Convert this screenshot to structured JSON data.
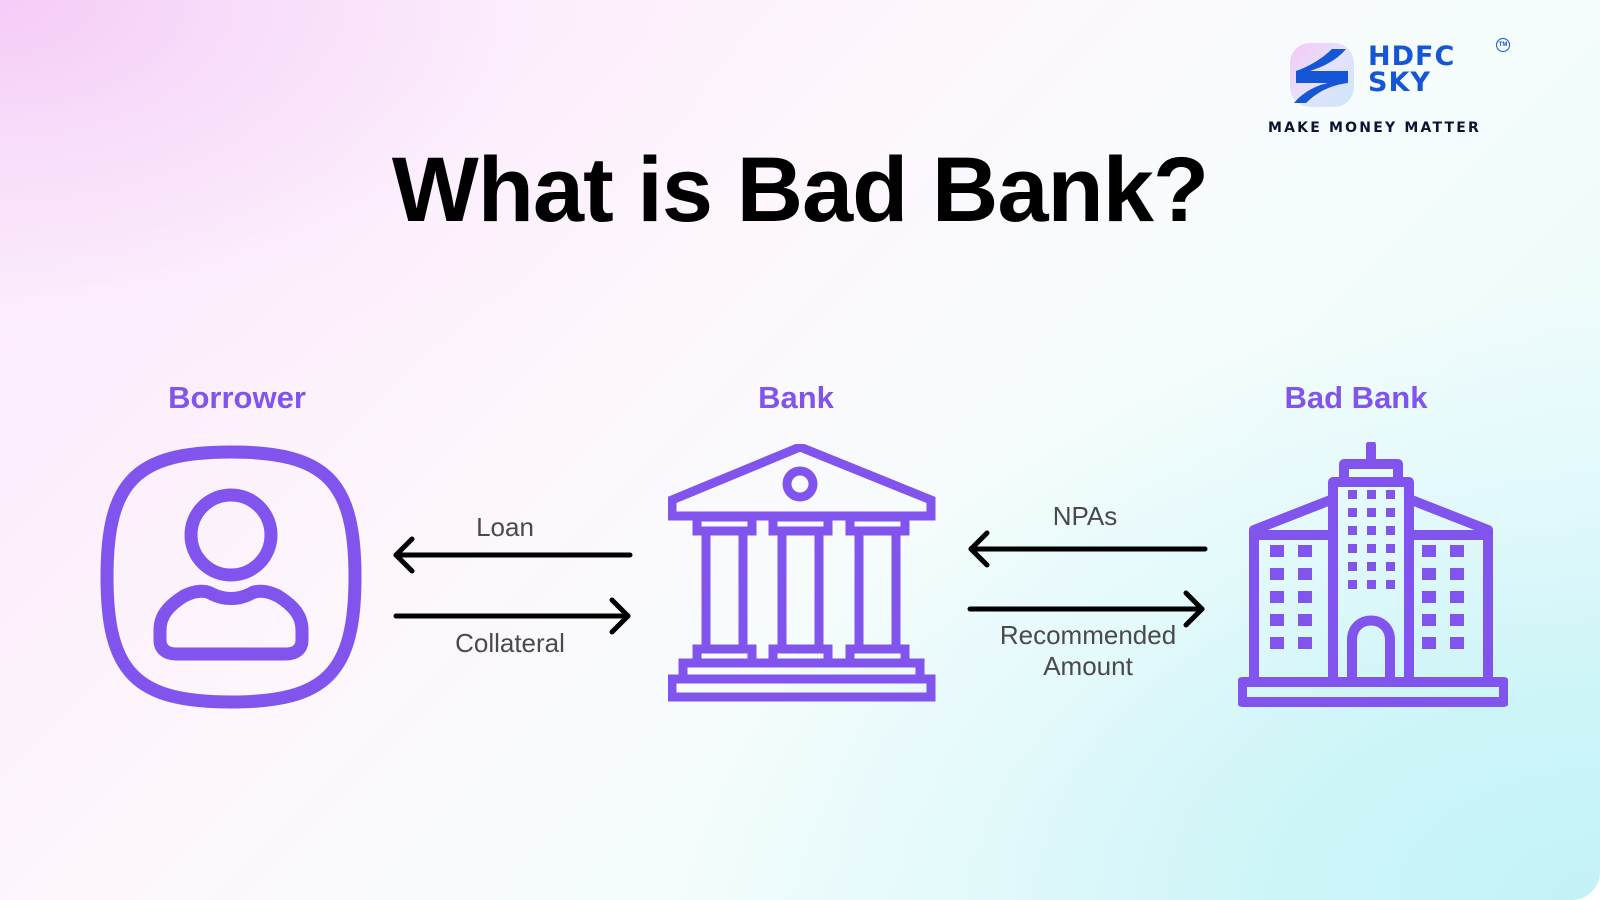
{
  "brand": {
    "name_line1": "HDFC",
    "name_line2": "SKY",
    "trademark": "TM",
    "tagline": "MAKE MONEY MATTER",
    "color": "#1556d6"
  },
  "title": "What is Bad Bank?",
  "colors": {
    "accent": "#8154ee",
    "arrow": "#000000",
    "flow_text": "#4a4a4a",
    "bg_top_left": "#f5ccf8",
    "bg_bottom_right": "#c2f3f7"
  },
  "nodes": [
    {
      "label": "Borrower",
      "icon": "user-profile-icon"
    },
    {
      "label": "Bank",
      "icon": "bank-building-icon"
    },
    {
      "label": "Bad Bank",
      "icon": "office-building-icon"
    }
  ],
  "flows": [
    {
      "label": "Loan",
      "from": "Bank",
      "to": "Borrower",
      "direction": "left"
    },
    {
      "label": "Collateral",
      "from": "Borrower",
      "to": "Bank",
      "direction": "right"
    },
    {
      "label": "NPAs",
      "from": "Bad Bank",
      "to": "Bank",
      "direction": "left"
    },
    {
      "label": "Recommended\nAmount",
      "label_line1": "Recommended",
      "label_line2": "Amount",
      "from": "Bank",
      "to": "Bad Bank",
      "direction": "right"
    }
  ]
}
